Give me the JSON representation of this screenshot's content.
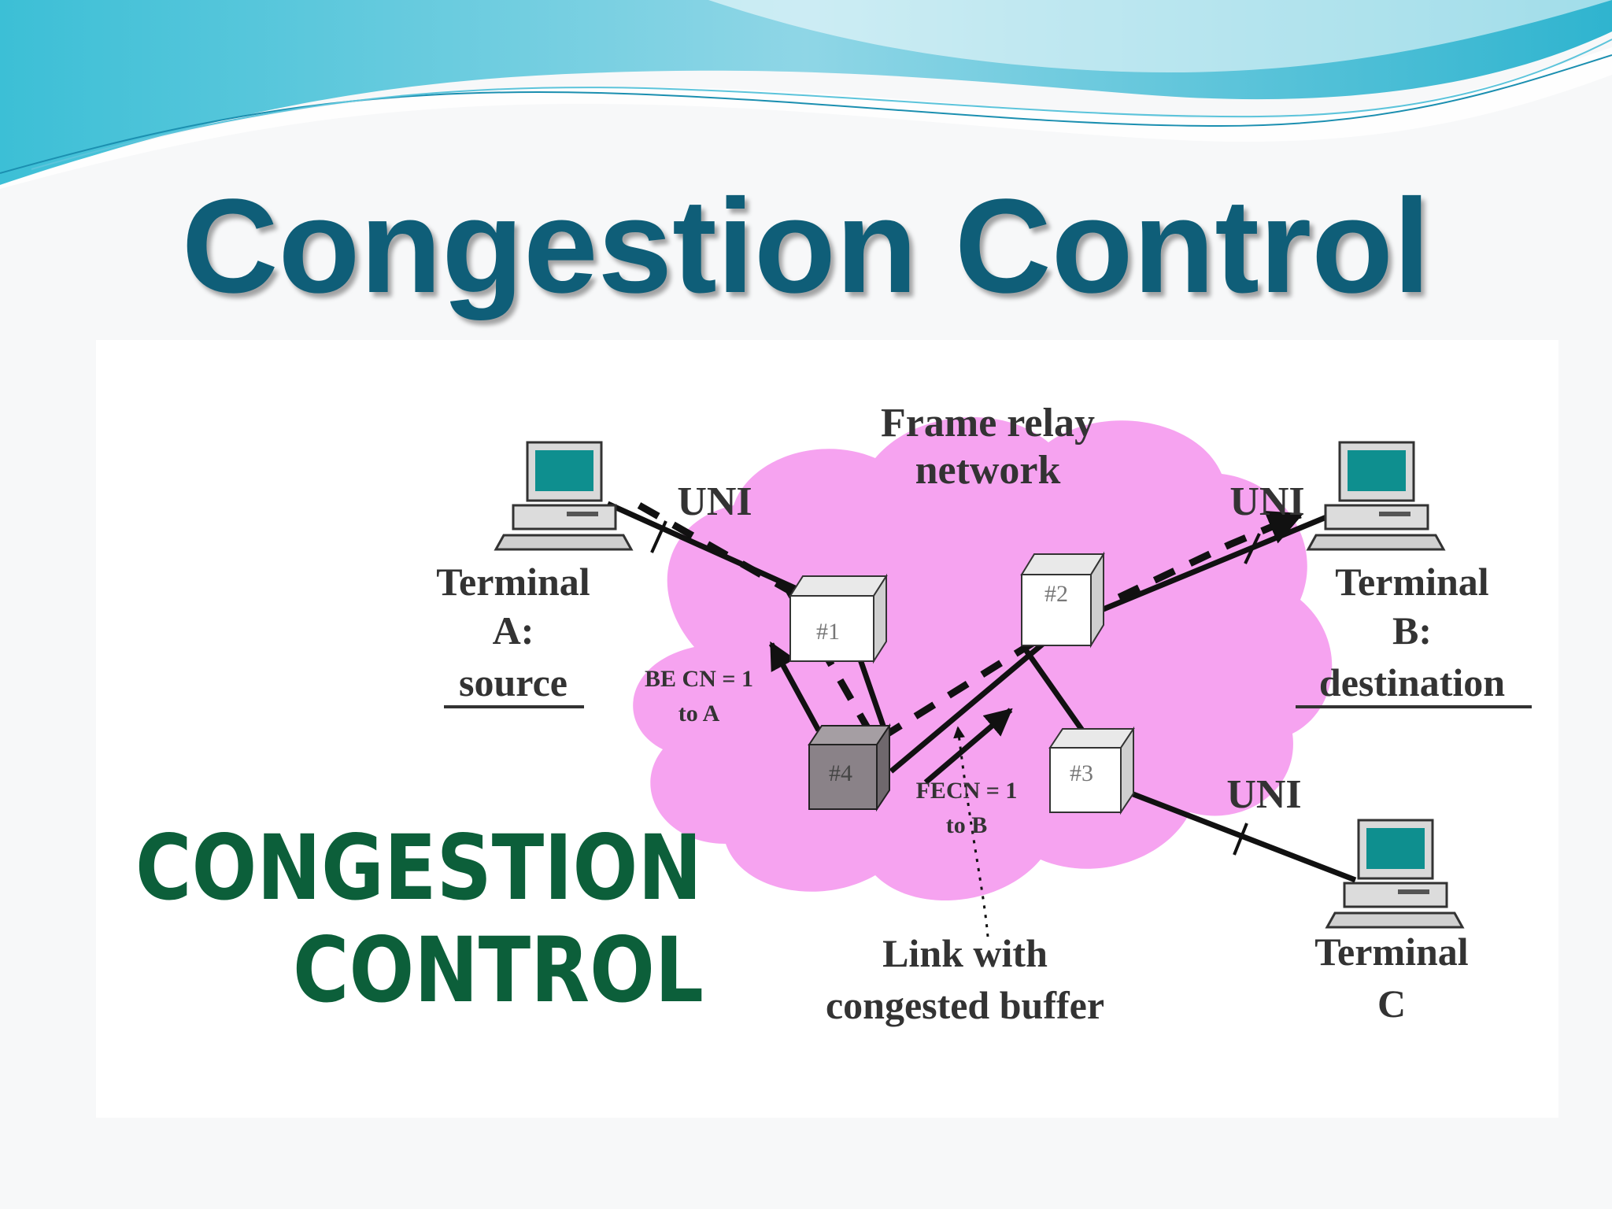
{
  "slide": {
    "title": "Congestion Control",
    "title_color": "#0f5e78"
  },
  "diagram": {
    "cloud_label": [
      "Frame relay",
      "network"
    ],
    "cloud_color": "#f6a3f0",
    "nodes": [
      {
        "label": "#1",
        "style": "white"
      },
      {
        "label": "#2",
        "style": "white"
      },
      {
        "label": "#3",
        "style": "white"
      },
      {
        "label": "#4",
        "style": "congested"
      }
    ],
    "terminals": [
      {
        "lines": [
          "Terminal",
          "A:",
          "source"
        ],
        "underlined": "source"
      },
      {
        "lines": [
          "Terminal",
          "B:",
          "destination"
        ],
        "underlined": "destination"
      },
      {
        "lines": [
          "Terminal",
          "C"
        ],
        "underlined": ""
      }
    ],
    "uni_labels": [
      "UNI",
      "UNI",
      "UNI"
    ],
    "becn_label": [
      "BE CN = 1",
      "to A"
    ],
    "fecn_label": [
      "FECN = 1",
      "to B"
    ],
    "congested_link_label": [
      "Link with",
      "congested buffer"
    ],
    "screen_color": "#0e8f8f"
  },
  "banner": {
    "lines": [
      "CONGESTION",
      "CONTROL"
    ],
    "color": "#0c5f3a"
  }
}
